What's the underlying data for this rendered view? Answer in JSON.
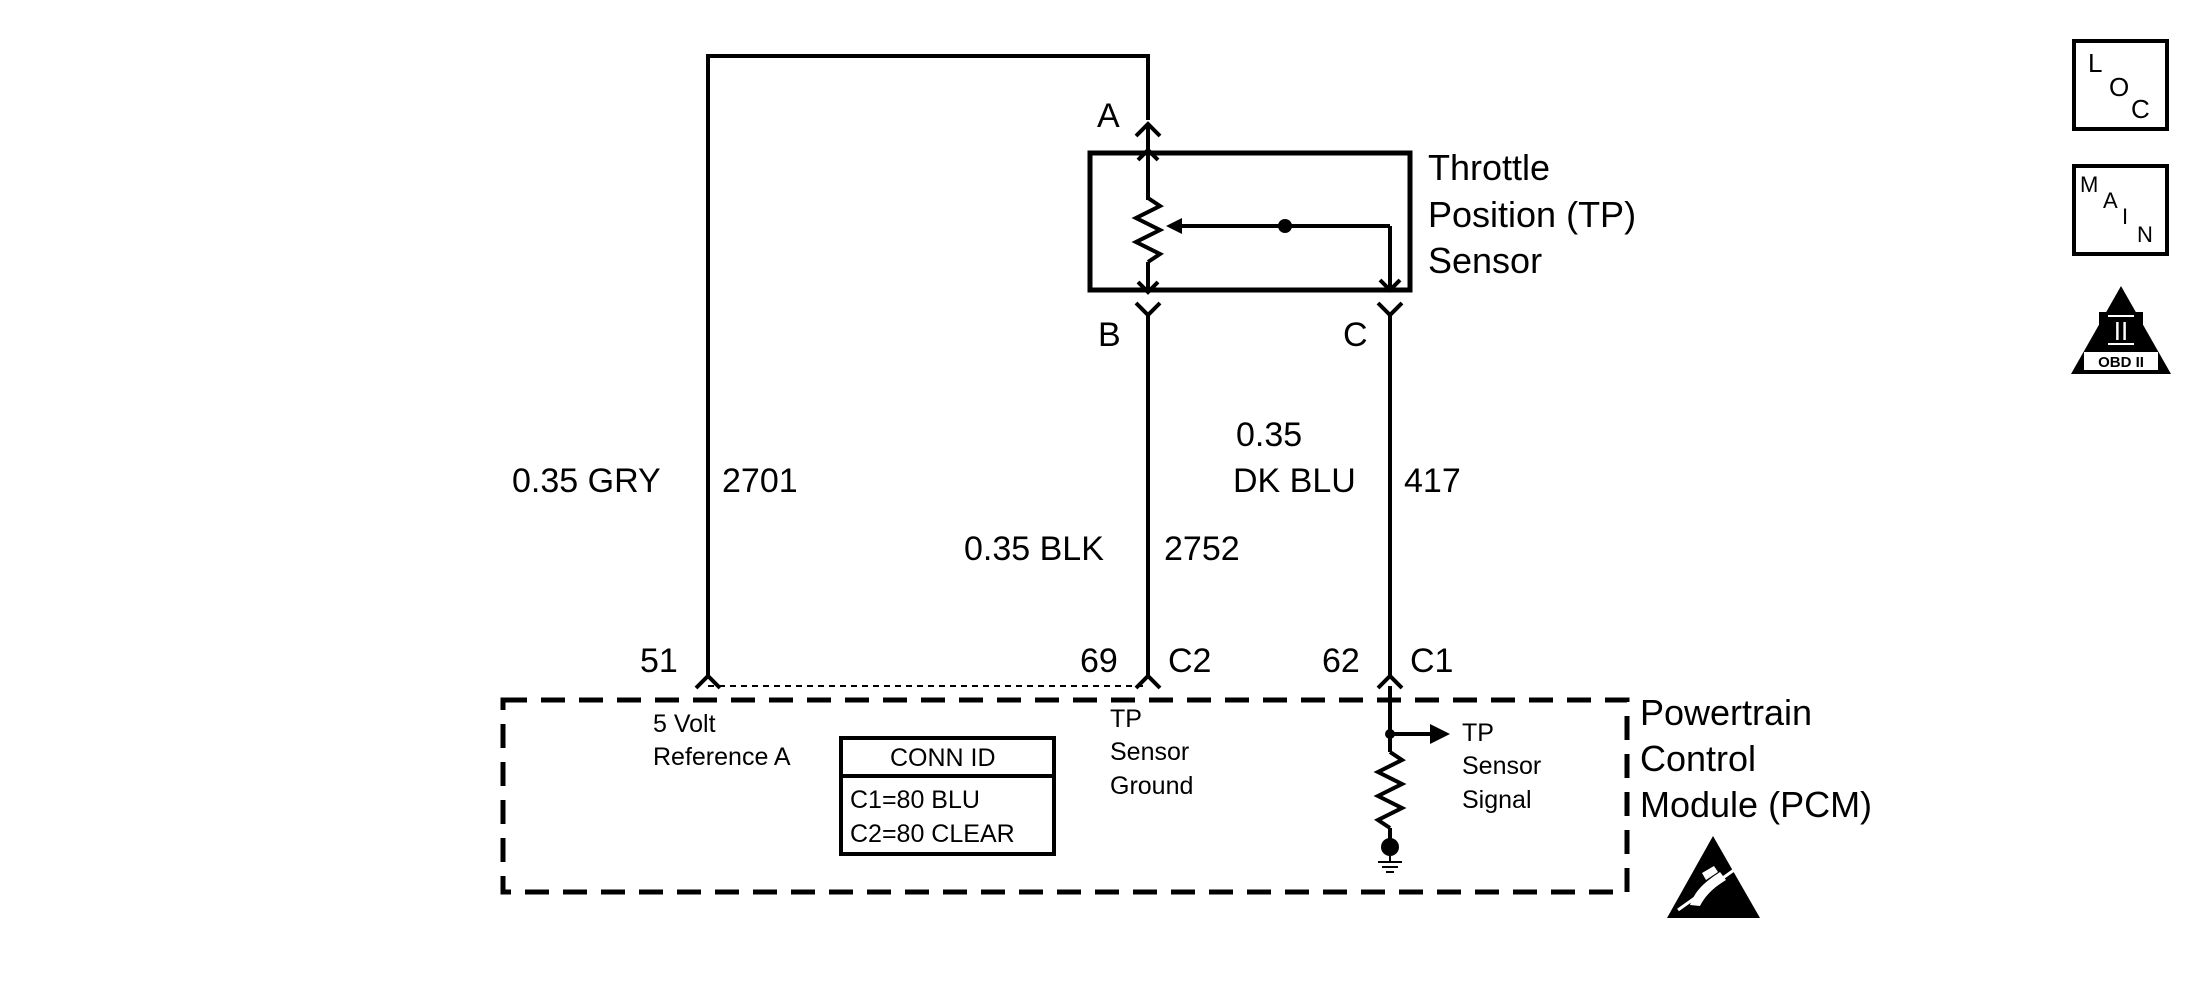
{
  "connectors": {
    "a": "A",
    "b": "B",
    "c": "C"
  },
  "sensor": {
    "name_lines": [
      "Throttle",
      "Position (TP)",
      "Sensor"
    ]
  },
  "wires": [
    {
      "circuit": "2701",
      "size_color": "0.35 GRY",
      "pin": "51"
    },
    {
      "circuit": "2752",
      "size_color": "0.35 BLK",
      "pin": "69",
      "connector": "C2"
    },
    {
      "circuit": "417",
      "size": "0.35",
      "color": "DK BLU",
      "pin": "62",
      "connector": "C1"
    }
  ],
  "pcm": {
    "name_lines": [
      "Powertrain",
      "Control",
      "Module (PCM)"
    ],
    "ref_label_lines": [
      "5 Volt",
      "Reference A"
    ],
    "ground_label_lines": [
      "TP",
      "Sensor",
      "Ground"
    ],
    "signal_label_lines": [
      "TP",
      "Sensor",
      "Signal"
    ]
  },
  "conn_id_table": {
    "header": "CONN ID",
    "rows": [
      "C1=80 BLU",
      "C2=80 CLEAR"
    ]
  },
  "side_icons": {
    "loc": [
      "L",
      "O",
      "C"
    ],
    "main": [
      "M",
      "A",
      "I",
      "N"
    ],
    "obd": {
      "numeral": "II",
      "label": "OBD II"
    }
  },
  "icons": {
    "esd": "esd-warning-icon",
    "ground": "ground-icon"
  }
}
